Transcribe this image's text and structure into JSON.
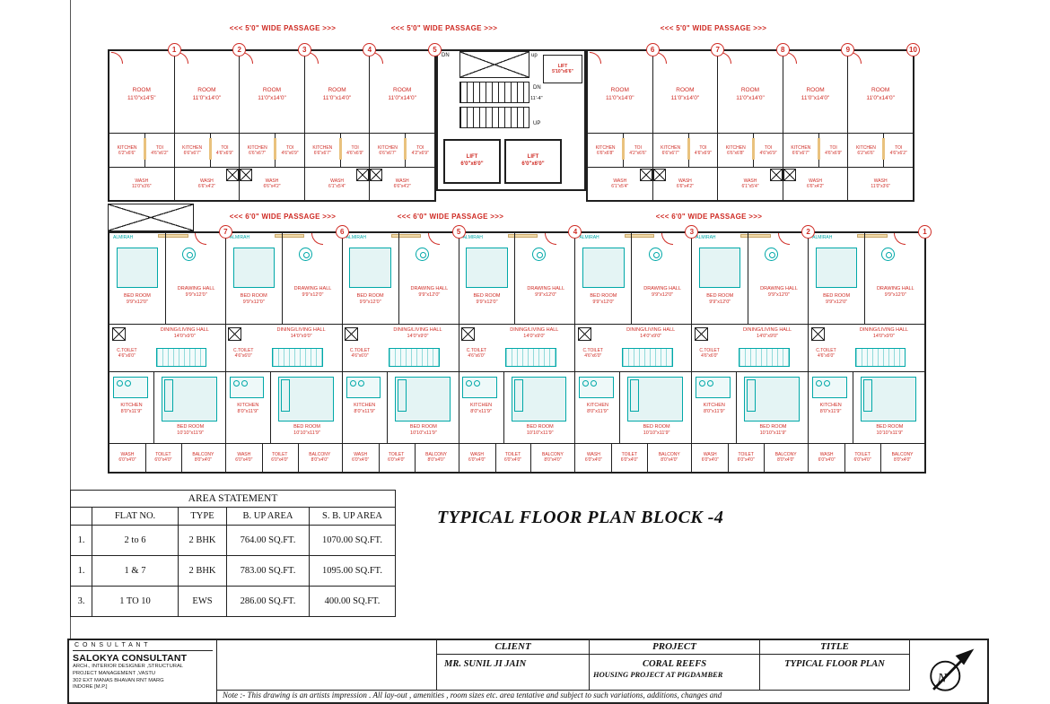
{
  "plan": {
    "title": "TYPICAL FLOOR PLAN  BLOCK -4"
  },
  "passages": {
    "top": "<<<  5'0\" WIDE PASSAGE  >>>",
    "mid": "<<<  6'0\" WIDE PASSAGE  >>>"
  },
  "core": {
    "dn_top": "DN",
    "up_top": "up",
    "dn_mid": "DN",
    "stair_dim": "11'-4\"",
    "up_mid": "UP",
    "lift_small": {
      "name": "LIFT",
      "size": "5'10\"x6'6\""
    },
    "lift_left": {
      "name": "LIFT",
      "size": "6'0\"x6'0\""
    },
    "lift_right": {
      "name": "LIFT",
      "size": "6'0\"x6'0\""
    }
  },
  "ews_units": [
    {
      "num": "1",
      "room_name": "ROOM",
      "room_size": "11'0\"x14'5\"",
      "kitchen_name": "KITCHEN",
      "kitchen_size": "6'2\"x6'6\"",
      "toi_name": "TOI",
      "toi_size": "4'6\"x6'2\"",
      "wash_name": "WASH",
      "wash_size": "11'0\"x3'6\""
    },
    {
      "num": "2",
      "room_name": "ROOM",
      "room_size": "11'0\"x14'0\"",
      "kitchen_name": "KITCHEN",
      "kitchen_size": "6'6\"x6'7\"",
      "toi_name": "TOI",
      "toi_size": "4'6\"x6'9\"",
      "wash_name": "WASH",
      "wash_size": "6'6\"x4'2\""
    },
    {
      "num": "3",
      "room_name": "ROOM",
      "room_size": "11'0\"x14'0\"",
      "kitchen_name": "KITCHEN",
      "kitchen_size": "6'6\"x6'7\"",
      "toi_name": "TOI",
      "toi_size": "4'6\"x6'9\"",
      "wash_name": "WASH",
      "wash_size": "6'6\"x4'2\""
    },
    {
      "num": "4",
      "room_name": "ROOM",
      "room_size": "11'0\"x14'0\"",
      "kitchen_name": "KITCHEN",
      "kitchen_size": "6'6\"x6'7\"",
      "toi_name": "TOI",
      "toi_size": "4'6\"x6'9\"",
      "wash_name": "WASH",
      "wash_size": "6'1\"x5'4\""
    },
    {
      "num": "5",
      "room_name": "ROOM",
      "room_size": "11'0\"x14'0\"",
      "kitchen_name": "KITCHEN",
      "kitchen_size": "6'6\"x6'7\"",
      "toi_name": "TOI",
      "toi_size": "4'2\"x6'9\"",
      "wash_name": "WASH",
      "wash_size": "6'6\"x4'2\""
    },
    {
      "num": "6",
      "room_name": "ROOM",
      "room_size": "11'0\"x14'0\"",
      "kitchen_name": "KITCHEN",
      "kitchen_size": "6'6\"x6'8\"",
      "toi_name": "TOI",
      "toi_size": "4'2\"x6'6\"",
      "wash_name": "WASH",
      "wash_size": "6'1\"x5'4\""
    },
    {
      "num": "7",
      "room_name": "ROOM",
      "room_size": "11'0\"x14'0\"",
      "kitchen_name": "KITCHEN",
      "kitchen_size": "6'6\"x6'7\"",
      "toi_name": "TOI",
      "toi_size": "4'6\"x6'9\"",
      "wash_name": "WASH",
      "wash_size": "6'6\"x4'2\""
    },
    {
      "num": "8",
      "room_name": "ROOM",
      "room_size": "11'0\"x14'0\"",
      "kitchen_name": "KITCHEN",
      "kitchen_size": "6'6\"x6'8\"",
      "toi_name": "TOI",
      "toi_size": "4'6\"x6'9\"",
      "wash_name": "WASH",
      "wash_size": "6'1\"x5'4\""
    },
    {
      "num": "9",
      "room_name": "ROOM",
      "room_size": "11'0\"x14'0\"",
      "kitchen_name": "KITCHEN",
      "kitchen_size": "6'6\"x6'7\"",
      "toi_name": "TOI",
      "toi_size": "4'6\"x6'9\"",
      "wash_name": "WASH",
      "wash_size": "6'6\"x4'2\""
    },
    {
      "num": "10",
      "room_name": "ROOM",
      "room_size": "11'0\"x14'0\"",
      "kitchen_name": "KITCHEN",
      "kitchen_size": "6'2\"x6'6\"",
      "toi_name": "TOI",
      "toi_size": "4'6\"x6'2\"",
      "wash_name": "WASH",
      "wash_size": "11'0\"x3'6\""
    }
  ],
  "flats": {
    "numbers": [
      "7",
      "6",
      "5",
      "4",
      "3",
      "2",
      "1"
    ],
    "labels": {
      "almirah": "ALMIRAH",
      "bed1_name": "BED ROOM",
      "bed1_size": "9'9\"x12'0\"",
      "drawing_name": "DRAWING HALL",
      "drawing_size": "9'9\"x12'0\"",
      "dining_name": "DINING/LIVING HALL",
      "dining_size": "14'0\"x9'0\"",
      "ctoilet_name": "C.TOILET",
      "ctoilet_size": "4'6\"x6'0\"",
      "kitchen_name": "KITCHEN",
      "kitchen_size": "8'0\"x11'9\"",
      "bed2_name": "BED ROOM",
      "bed2_size": "10'10\"x11'9\"",
      "wash_name": "WASH",
      "wash_size": "6'0\"x4'0\"",
      "toilet_name": "TOILET",
      "toilet_size": "6'0\"x4'0\"",
      "balcony_name": "BALCONY",
      "balcony_size": "8'0\"x4'0\""
    }
  },
  "area_statement": {
    "title": "AREA STATEMENT",
    "headers": [
      "",
      "FLAT NO.",
      "TYPE",
      "B. UP AREA",
      "S. B. UP AREA"
    ],
    "rows": [
      [
        "1.",
        "2 to 6",
        "2 BHK",
        "764.00 SQ.FT.",
        "1070.00 SQ.FT."
      ],
      [
        "1.",
        "1 & 7",
        "2 BHK",
        "783.00 SQ.FT.",
        "1095.00 SQ.FT."
      ],
      [
        "3.",
        "1 TO 10",
        "EWS",
        "286.00 SQ.FT.",
        "400.00 SQ.FT."
      ]
    ]
  },
  "title_block": {
    "consultant_label": "C O N S U L T A N T",
    "consultant_name": "SALOKYA CONSULTANT",
    "consultant_line1": "ARCH., INTERIOR DESIGNER ,STRUCTURAL",
    "consultant_line2": "PROJECT MANAGEMENT ,VASTU",
    "consultant_line3": "302 EXT MANAS BHAVAN RNT MARG",
    "consultant_line4": "INDORE [M.P.]",
    "client_label": "CLIENT",
    "client_value": "MR. SUNIL JI JAIN",
    "project_label": "PROJECT",
    "project_value": "CORAL REEFS",
    "project_value2": "HOUSING PROJECT AT PIGDAMBER",
    "title_label": "TITLE",
    "title_value": "TYPICAL FLOOR PLAN",
    "note": "Note :- This drawing is an artists impression . All lay-out , amenities , room sizes etc. area tentative and subject to such variations, additions, changes and"
  },
  "colors": {
    "label_red": "#cf2b24",
    "fixture_cyan": "#00a8a8",
    "wall_dark": "#1f1f1f",
    "door_tan": "#e9c27e"
  }
}
